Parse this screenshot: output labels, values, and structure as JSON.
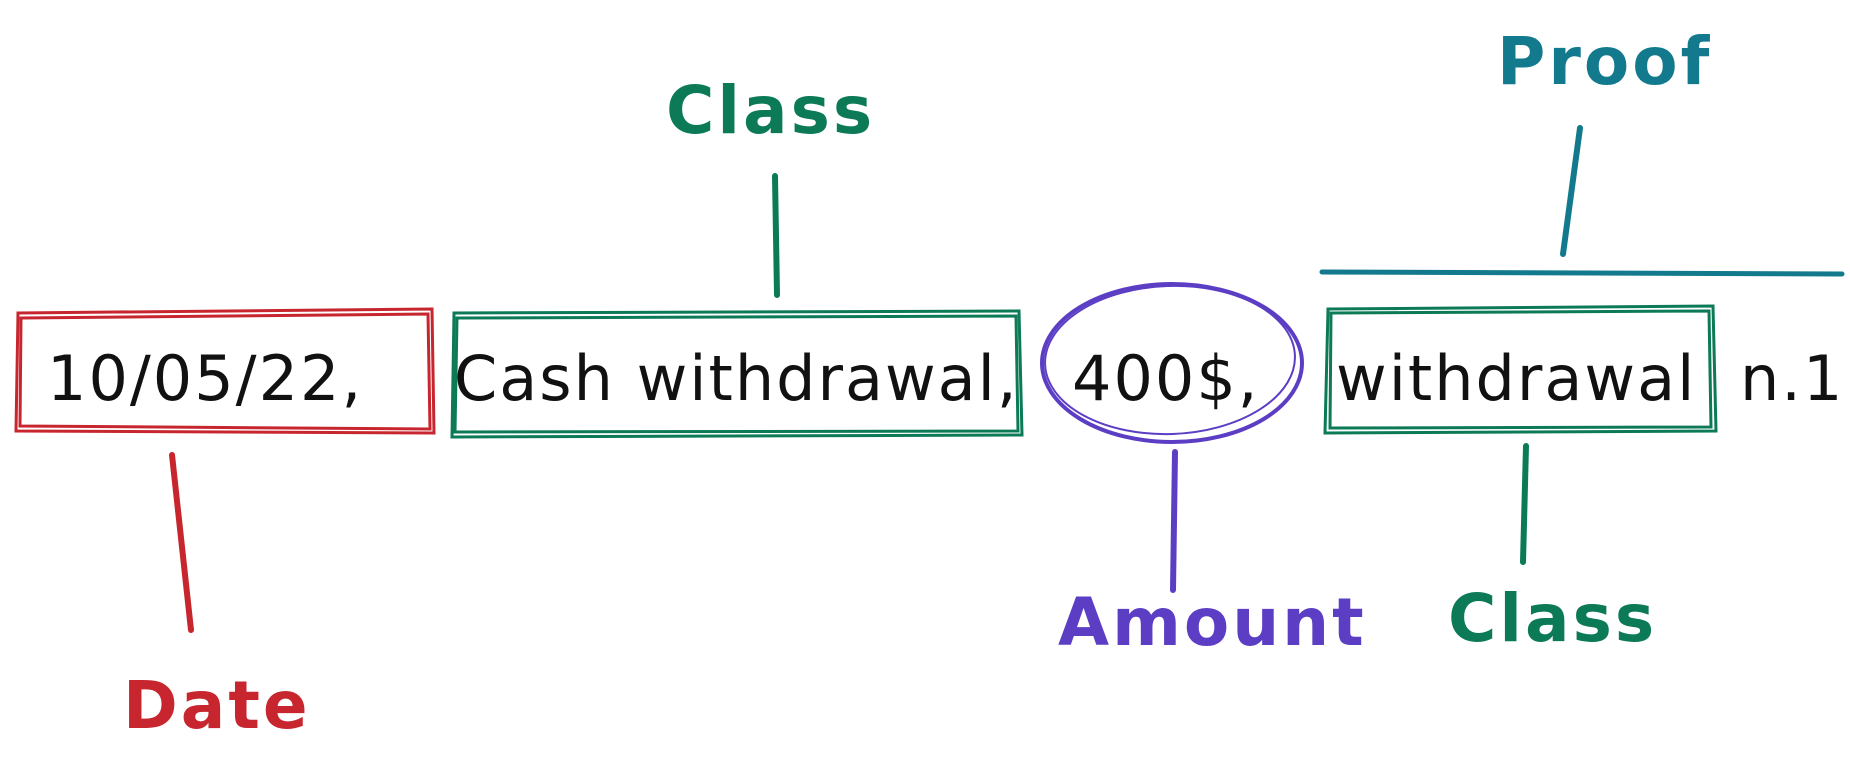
{
  "colors": {
    "date": "#c8262f",
    "class": "#0c7a57",
    "amount": "#5b3ec4",
    "proof": "#137a8e",
    "ink": "#111111"
  },
  "sentence": {
    "date": "10/05/22,",
    "description": "Cash withdrawal,",
    "amount": "400$,",
    "class_word": "withdrawal",
    "number": "n.1"
  },
  "labels": {
    "date": "Date",
    "class_top": "Class",
    "amount": "Amount",
    "proof": "Proof",
    "class_bottom": "Class"
  }
}
